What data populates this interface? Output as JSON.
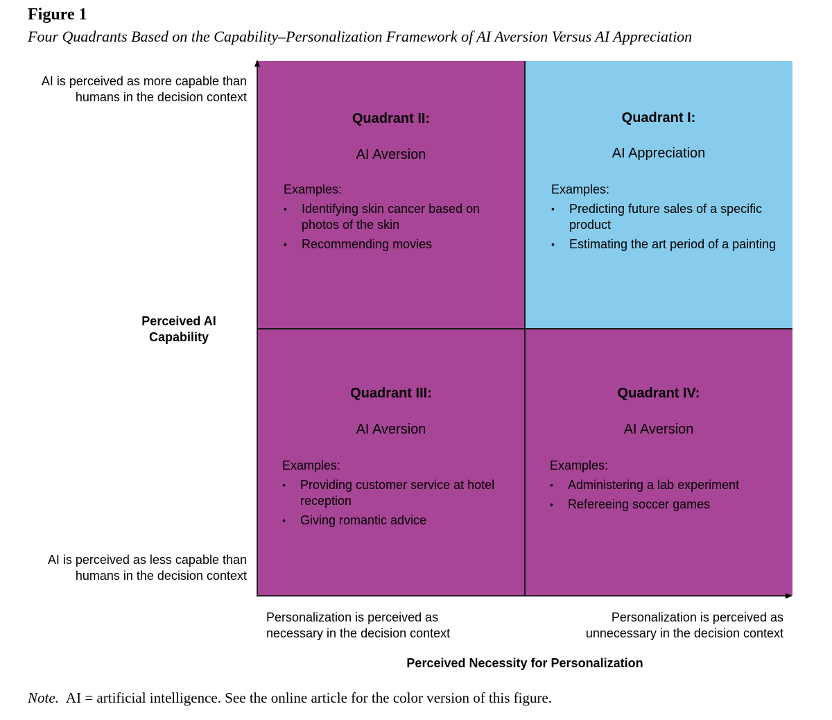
{
  "figure": {
    "label": "Figure 1",
    "title": "Four Quadrants Based on the Capability–Personalization Framework of AI Aversion Versus AI Appreciation"
  },
  "y_axis": {
    "title": "Perceived AI Capability",
    "top_label": "AI is perceived as more capable than humans in the decision context",
    "bottom_label": "AI is perceived as less capable than humans in the decision context"
  },
  "x_axis": {
    "title": "Perceived Necessity for Personalization",
    "left_label": "Personalization is perceived as necessary in the decision context",
    "right_label": "Personalization is perceived as unnecessary in the decision context"
  },
  "quadrants": {
    "q1": {
      "name": "Quadrant I:",
      "type": "AI Appreciation",
      "examples_label": "Examples:",
      "examples": [
        "Predicting future sales of a specific product",
        "Estimating the art period of a painting"
      ],
      "color": "#87ccec"
    },
    "q2": {
      "name": "Quadrant II:",
      "type": "AI Aversion",
      "examples_label": "Examples:",
      "examples": [
        "Identifying skin cancer based on photos of the skin",
        "Recommending movies"
      ],
      "color": "#a84596"
    },
    "q3": {
      "name": "Quadrant III:",
      "type": "AI Aversion",
      "examples_label": "Examples:",
      "examples": [
        "Providing customer service at hotel reception",
        "Giving romantic advice"
      ],
      "color": "#a84596"
    },
    "q4": {
      "name": "Quadrant IV:",
      "type": "AI Aversion",
      "examples_label": "Examples:",
      "examples": [
        "Administering a lab experiment",
        "Refereeing soccer games"
      ],
      "color": "#a84596"
    }
  },
  "note": {
    "label": "Note.",
    "text": "AI = artificial intelligence. See the online article for the color version of this figure."
  },
  "bullet_glyph": "•"
}
